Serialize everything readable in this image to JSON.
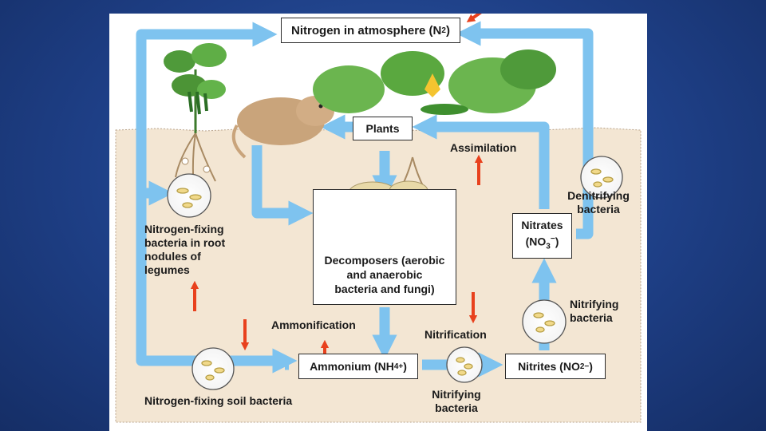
{
  "diagram": {
    "atmosphere": {
      "text": "Nitrogen in atmosphere (N",
      "sub": "2",
      "close": ")"
    },
    "plants": "Plants",
    "assimilation": "Assimilation",
    "denitrifying": [
      "Denitrifying",
      "bacteria"
    ],
    "nitrates": {
      "line1": "Nitrates",
      "text": "(NO",
      "sub": "3",
      "sup": "−",
      "close": ")"
    },
    "nitrogen_fixing_root": [
      "Nitrogen-fixing",
      "bacteria in root",
      "nodules of",
      "legumes"
    ],
    "decomposers": [
      "Decomposers (aerobic",
      "and anaerobic",
      "bacteria and fungi)"
    ],
    "nitrifying_right": [
      "Nitrifying",
      "bacteria"
    ],
    "ammonification": "Ammonification",
    "nitrification": "Nitrification",
    "ammonium": {
      "text": "Ammonium (NH",
      "sub": "4",
      "sup": "+",
      "close": ")"
    },
    "nitrites": {
      "text": "Nitrites (NO",
      "sub": "2",
      "sup": "−",
      "close": ")"
    },
    "nitrifying_bottom": [
      "Nitrifying",
      "bacteria"
    ],
    "nitrogen_fixing_soil": "Nitrogen-fixing soil bacteria"
  },
  "colors": {
    "flow_arrow": "#7ec3ef",
    "soil": "#f3e6d3",
    "highlight_arrow": "#e8411d",
    "slide_background": "#1e3f86"
  }
}
